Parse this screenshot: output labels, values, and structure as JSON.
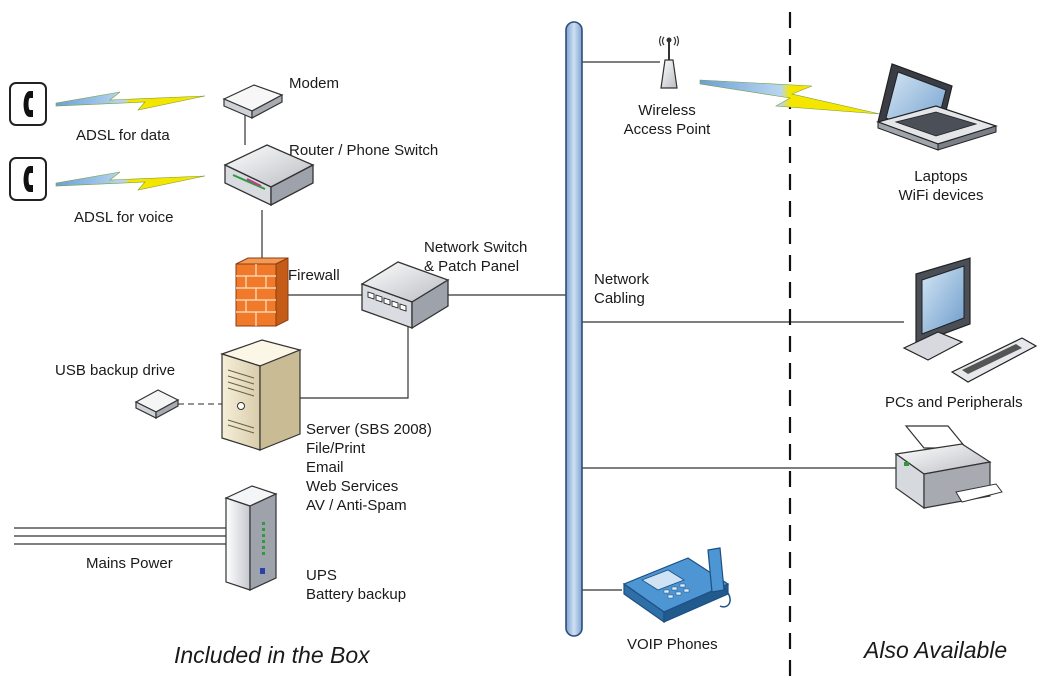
{
  "labels": {
    "modem": "Modem",
    "adsl_data": "ADSL for data",
    "router": "Router / Phone Switch",
    "adsl_voice": "ADSL for voice",
    "network_switch_line1": "Network Switch",
    "network_switch_line2": "& Patch Panel",
    "firewall": "Firewall",
    "usb_backup": "USB backup drive",
    "server_title": "Server (SBS 2008)",
    "server_roles": [
      "File/Print",
      "Email",
      "Web Services",
      "AV / Anti-Spam"
    ],
    "mains_power": "Mains Power",
    "ups_line1": "UPS",
    "ups_line2": "Battery backup",
    "wap_line1": "Wireless",
    "wap_line2": "Access Point",
    "laptops_line1": "Laptops",
    "laptops_line2": "WiFi devices",
    "network_cabling_line1": "Network",
    "network_cabling_line2": "Cabling",
    "pcs": "PCs and Peripherals",
    "voip": "VOIP Phones"
  },
  "sections": {
    "included": "Included in the Box",
    "also": "Also Available"
  },
  "colors": {
    "backbone": "#a9c4e6",
    "backbone_stroke": "#2d4d7c",
    "lightning": "#f5e600",
    "lightning_tail": "#6aa0d8",
    "firewall": "#f07a2a",
    "phone_body": "#3f86c6"
  },
  "icons": [
    "phone-icon",
    "modem-icon",
    "router-icon",
    "firewall-icon",
    "network-switch-icon",
    "server-icon",
    "usb-drive-icon",
    "ups-icon",
    "wireless-access-point-icon",
    "laptop-icon",
    "pc-icon",
    "printer-icon",
    "voip-phone-icon"
  ]
}
